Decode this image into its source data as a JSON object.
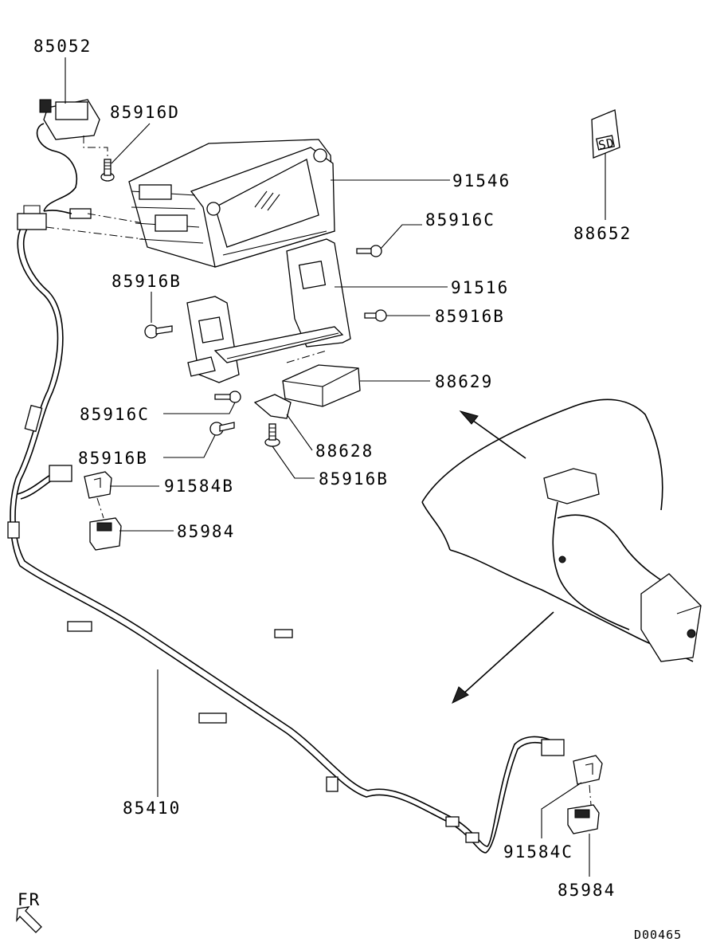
{
  "labels": {
    "p85052": "85052",
    "p85916D": "85916D",
    "p91546": "91546",
    "p85916C_top": "85916C",
    "p88652": "88652",
    "p85916B_left": "85916B",
    "p91516": "91516",
    "p85916B_right": "85916B",
    "p88629": "88629",
    "p85916C_mid": "85916C",
    "p88628": "88628",
    "p85916B_low": "85916B",
    "p85916B_bottom": "85916B",
    "p91584B": "91584B",
    "p85984_left": "85984",
    "p85410": "85410",
    "p91584C": "91584C",
    "p85984_right": "85984",
    "fr": "FR",
    "sd_card_text": "SD",
    "diagram_code": "D00465"
  }
}
